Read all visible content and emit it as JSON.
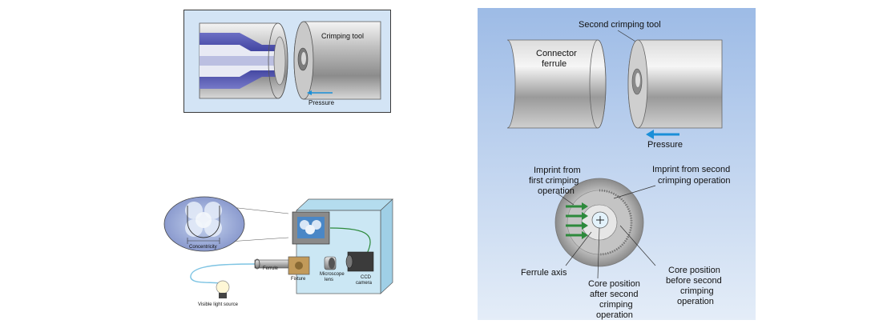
{
  "panel_crimp_tool": {
    "tool_label": "Crimping tool",
    "pressure_label": "Pressure"
  },
  "panel_measurement": {
    "concentricity_label": "Concentricity",
    "ferrule_label": "Ferrule",
    "fixture_label": "Fixture",
    "microscope_label_1": "Microscope",
    "microscope_label_2": "lens",
    "ccd_label_1": "CCD",
    "ccd_label_2": "camera",
    "light_source_label": "Visible light source"
  },
  "panel_second_crimp": {
    "tool_label": "Second crimping tool",
    "ferrule_label_1": "Connector",
    "ferrule_label_2": "ferrule",
    "pressure_label": "Pressure",
    "imprint_first_1": "Imprint from",
    "imprint_first_2": "first crimping",
    "imprint_first_3": "operation",
    "imprint_second_1": "Imprint from second",
    "imprint_second_2": "crimping operation",
    "ferrule_axis": "Ferrule axis",
    "core_after_1": "Core position",
    "core_after_2": "after second",
    "core_after_3": "crimping",
    "core_after_4": "operation",
    "core_before_1": "Core position",
    "core_before_2": "before second",
    "core_before_3": "crimping",
    "core_before_4": "operation"
  },
  "colors": {
    "panel_background": "#d3e4f5",
    "panel_border": "#3a3a3a",
    "metal": "#b9b9b9",
    "blue_inner": "#3a3e9a",
    "arrow": "#1a8fd8",
    "green_arrow": "#2d8a3c",
    "gradient_top": "#9dbbe6",
    "gradient_bottom": "#e4edf8"
  }
}
